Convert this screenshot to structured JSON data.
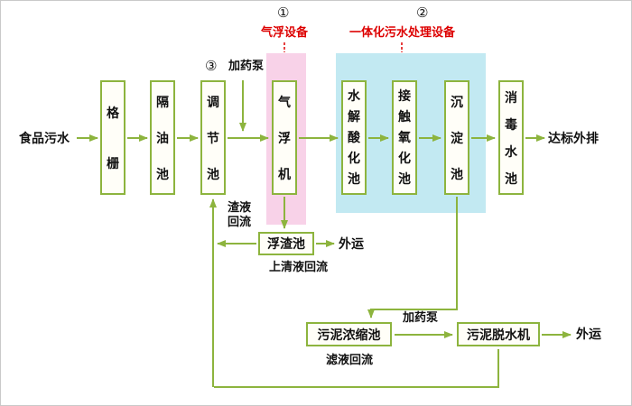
{
  "colors": {
    "accent_green": "#8db43e",
    "box_fill": "#fffef8",
    "pink_highlight": "#f8d2e8",
    "blue_highlight": "#c2e9f2",
    "red_text": "#dd0000",
    "text_color": "#111111"
  },
  "annotations": {
    "num1": "①",
    "num2": "②",
    "num3": "③",
    "equip1_label": "气浮设备",
    "equip2_label": "一体化污水处理设备"
  },
  "nodes": {
    "input": "食品污水",
    "bar_screen": "格栅",
    "oil_separation_tank": "隔油池",
    "regulating_tank": "调节池",
    "air_flotation_machine": "气浮机",
    "hydrolysis_acidification_tank": "水解酸化池",
    "contact_oxidation_tank": "接触氧化池",
    "sedimentation_tank": "沉淀池",
    "disinfection_tank": "消毒水池",
    "discharge": "达标外排",
    "scum_tank": "浮渣池",
    "scum_outward": "外运",
    "sludge_thickening_tank": "污泥浓缩池",
    "sludge_dewatering_machine": "污泥脱水机",
    "sludge_outward": "外运"
  },
  "labels": {
    "dosing_pump_top": "加药泵",
    "dosing_pump_bottom": "加药泵",
    "slag_liquid_reflux": "渣液回流",
    "supernatant_reflux": "上清液回流",
    "filtrate_reflux": "滤液回流"
  }
}
